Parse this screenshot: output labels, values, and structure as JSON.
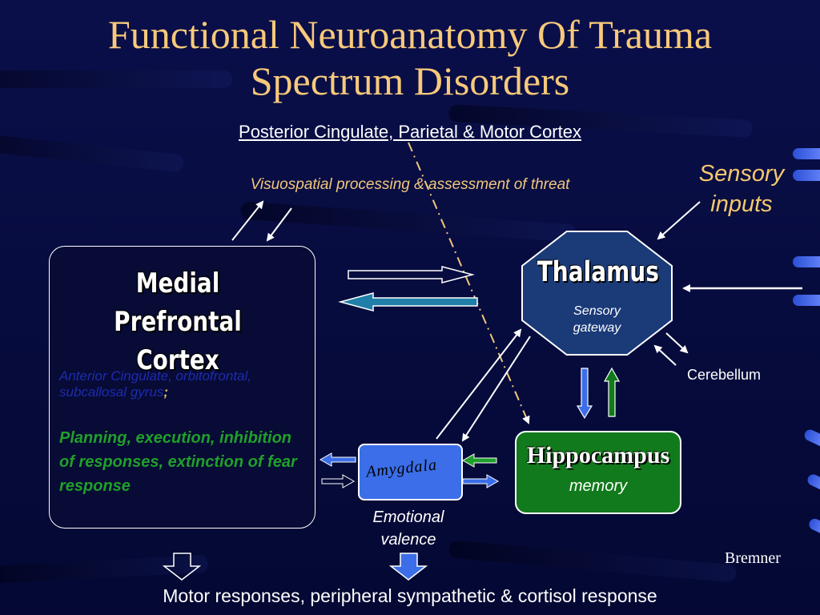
{
  "title": {
    "line1": "Functional Neuroanatomy Of Trauma",
    "line2": "Spectrum Disorders"
  },
  "subtitle": "Posterior Cingulate, Parietal & Motor Cortex",
  "visuospatial": "Visuospatial processing & assessment of threat",
  "sensory_inputs": {
    "line1": "Sensory",
    "line2": "inputs"
  },
  "mpfc": {
    "title_line1": "Medial Prefrontal",
    "title_line2": "Cortex",
    "subtext": "Anterior Cingulate, orbitofrontal, subcallosal gyrus",
    "subtext_semicolon": ";",
    "functions": "Planning, execution, inhibition of responses, extinction of fear response"
  },
  "thalamus": {
    "title": "Thalamus",
    "sub_line1": "Sensory",
    "sub_line2": "gateway"
  },
  "cerebellum": "Cerebellum",
  "amygdala": "Amygdala",
  "emotional_valence": {
    "line1": "Emotional",
    "line2": "valence"
  },
  "hippocampus": {
    "title": "Hippocampus",
    "sub": "memory"
  },
  "credit": "Bremner",
  "bottom_text": "Motor responses, peripheral sympathetic & cortisol response",
  "colors": {
    "title": "#f7c97a",
    "thalamus": "#1a3a78",
    "amygdala": "#3b6ee8",
    "hippocampus": "#117a1c",
    "function_text": "#1fa02a"
  }
}
